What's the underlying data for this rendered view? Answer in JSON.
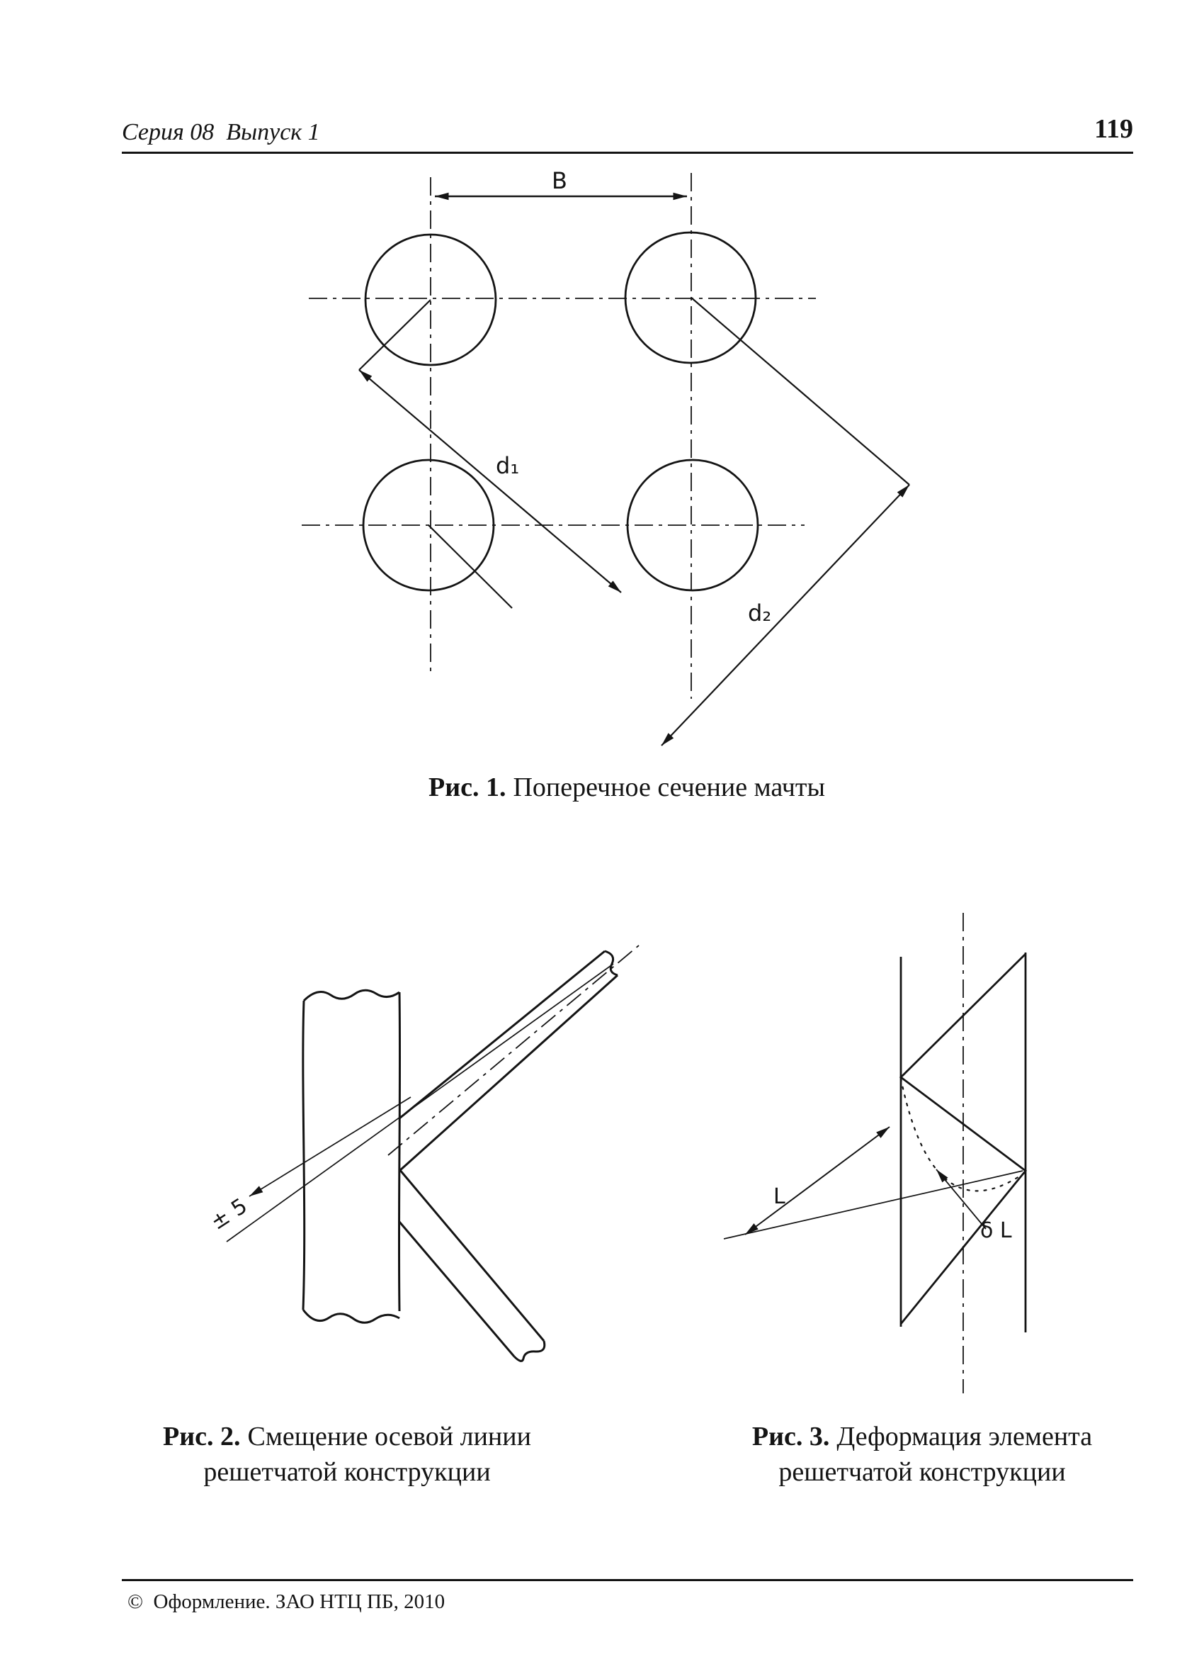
{
  "page": {
    "header": {
      "series": "Серия 08  Выпуск 1",
      "page_number": "119"
    },
    "footer": {
      "copyright": "©  Оформление. ЗАО НТЦ ПБ, 2010"
    }
  },
  "figures": {
    "fig1": {
      "caption_label": "Рис. 1.",
      "caption_text": "Поперечное сечение мачты",
      "labels": {
        "b": "B",
        "d1": "d₁",
        "d2": "d₂"
      }
    },
    "fig2": {
      "caption_label": "Рис. 2.",
      "caption_line1": "Смещение осевой линии",
      "caption_line2": "решетчатой конструкции",
      "labels": {
        "tolerance": "± 5"
      }
    },
    "fig3": {
      "caption_label": "Рис. 3.",
      "caption_line1": "Деформация элемента",
      "caption_line2": "решетчатой конструкции",
      "labels": {
        "length": "L",
        "deflection": "δ L"
      }
    }
  }
}
